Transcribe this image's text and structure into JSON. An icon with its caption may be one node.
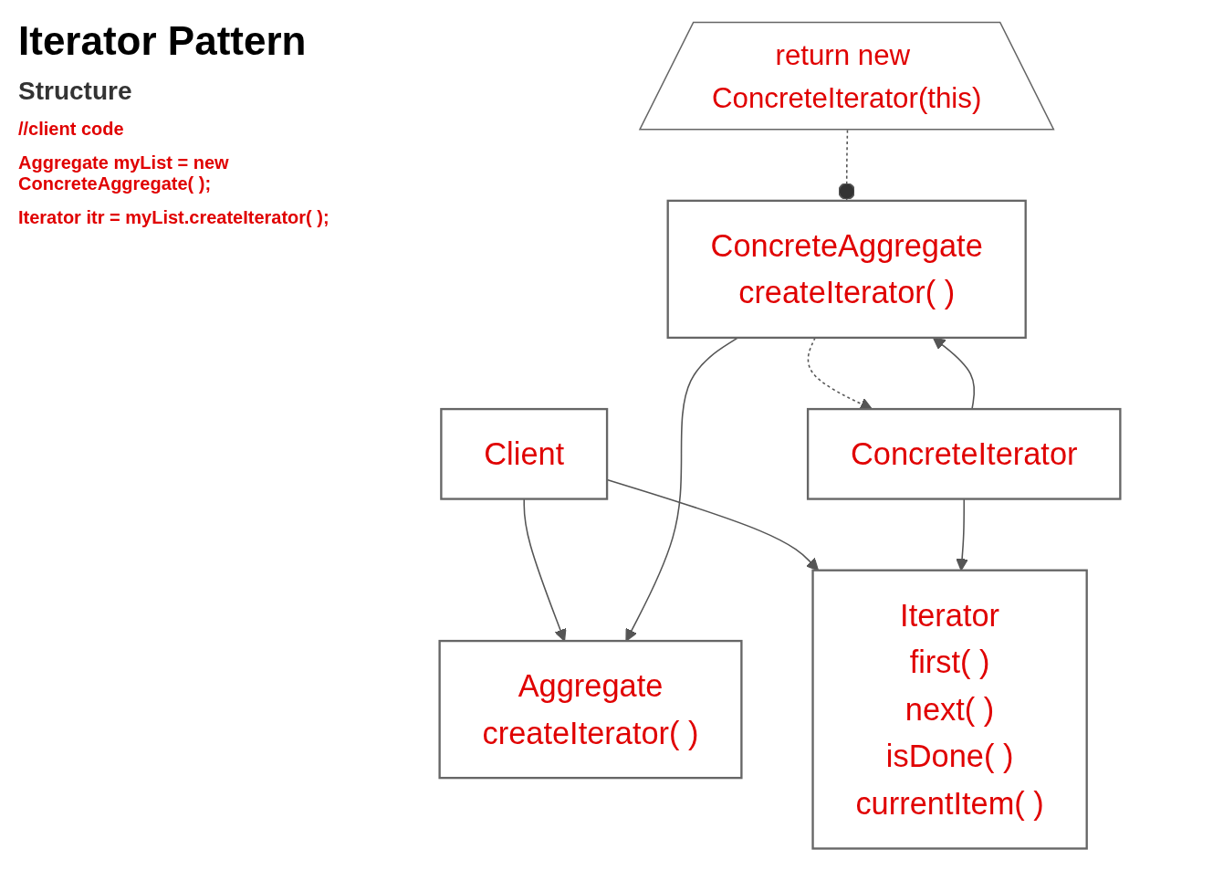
{
  "diagram": {
    "title": "Iterator Pattern",
    "nodes": [
      {
        "text": [
          "Aggregate",
          "createIterator( )"
        ]
      },
      {
        "text": [
          "Client"
        ]
      },
      {
        "text": [
          "Iterator",
          "first( )",
          "next( )",
          "isDone( )",
          "currentItem( )"
        ]
      },
      {
        "text": [
          "ConcreteAggregate",
          "createIterator( )"
        ]
      },
      {
        "text": [
          "ConcreteIterator"
        ]
      },
      {
        "text": [
          "return new ConcreteIterator(this)"
        ]
      }
    ],
    "edges": [
      {
        "from": 1,
        "to": 0,
        "arrow": "to"
      },
      {
        "from": 1,
        "to": 2,
        "arrow": "to"
      },
      {
        "from": 3,
        "to": 0,
        "arrow": "to"
      },
      {
        "from": 4,
        "to": 2,
        "arrow": "to"
      },
      {
        "from": 3,
        "to": 4,
        "arrow": "to",
        "style": "dashed"
      },
      {
        "from": 4,
        "to": 3,
        "arrow": "to"
      },
      {
        "from": 5,
        "to": 3,
        "arrow": "other",
        "style": "dashed"
      }
    ],
    "labels": [
      "Structure",
      "//client code",
      "Aggregate myList = new ConcreteAggregate( );",
      "Iterator itr = myList.createIterator( );"
    ]
  }
}
